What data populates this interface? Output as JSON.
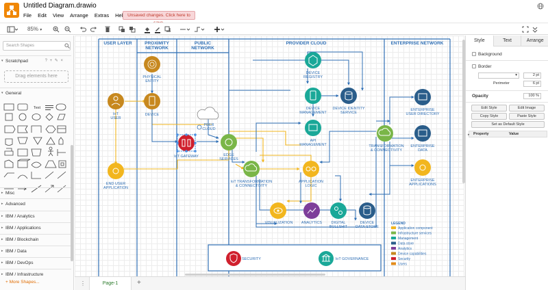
{
  "app": {
    "title": "Untitled Diagram.drawio",
    "menu": [
      "File",
      "Edit",
      "View",
      "Arrange",
      "Extras",
      "Help"
    ],
    "unsaved_notice": "Unsaved changes. Click here to save."
  },
  "toolbar": {
    "zoom": "85%"
  },
  "sidebar": {
    "search_placeholder": "Search Shapes",
    "scratchpad": "Scratchpad",
    "scratchpad_tools": "? + ✎ ×",
    "drop_hint": "Drag elements here",
    "general": "General",
    "text_shape": "Text",
    "sections": [
      "Misc",
      "Advanced",
      "IBM / Analytics",
      "IBM / Applications",
      "IBM / Blockchain",
      "IBM / Data",
      "IBM / DevOps",
      "IBM / Infrastructure"
    ],
    "more_shapes": "+ More Shapes..."
  },
  "pages": {
    "active": "Page-1"
  },
  "format_panel": {
    "tabs": [
      "Style",
      "Text",
      "Arrange"
    ],
    "background_label": "Background",
    "border_label": "Border",
    "border_width": "2 pt",
    "perimeter_label": "Perimeter",
    "perimeter_value": "6 pt",
    "opacity_label": "Opacity",
    "opacity_value": "100 %",
    "buttons": [
      "Edit Style",
      "Edit Image",
      "Copy Style",
      "Paste Style",
      "Set as Default Style"
    ],
    "property_col": "Property",
    "value_col": "Value"
  },
  "diagram": {
    "lanes": [
      "USER LAYER",
      "PROXIMITY NETWORK",
      "PUBLIC NETWORK",
      "PROVIDER CLOUD",
      "ENTERPRISE NETWORK"
    ],
    "nodes": {
      "physical_entity": [
        "PHYSICAL",
        "ENTITY"
      ],
      "user": [
        "IoT",
        "USER"
      ],
      "device": [
        "DEVICE"
      ],
      "peer_cloud": [
        "PEER",
        "CLOUD"
      ],
      "iot_gateway": [
        "IoT GATEWAY"
      ],
      "edge_services": [
        "EDGE",
        "SERVICES"
      ],
      "end_user_app": [
        "END USER",
        "APPLICATION"
      ],
      "device_registry": [
        "DEVICE",
        "REGISTRY"
      ],
      "device_management": [
        "DEVICE",
        "MANAGEMENT"
      ],
      "device_identity": [
        "DEVICE IDENTITY",
        "SERVICE"
      ],
      "api_management": [
        "API",
        "MANAGEMENT"
      ],
      "iot_transformation": [
        "IoT TRANSFORMATION",
        "& CONNECTIVITY"
      ],
      "application_logic": [
        "APPLICATION",
        "LOGIC"
      ],
      "visualization": [
        "VISUALIZATION"
      ],
      "analytics": [
        "ANALYTICS"
      ],
      "digital_twin": [
        "DIGITAL",
        "BULLSHIT"
      ],
      "device_data_store": [
        "DEVICE",
        "DATA STORE"
      ],
      "transformation_conn": [
        "TRANSFORMATION",
        "& CONNECTIVITY"
      ],
      "enterprise_user_dir": [
        "ENTERPRISE",
        "USER DIRECTORY"
      ],
      "enterprise_data": [
        "ENTERPRISE",
        "DATA"
      ],
      "enterprise_apps": [
        "ENTERPRISE",
        "APPLICATIONS"
      ],
      "security": "SECURITY",
      "iot_governance": "IoT GOVERNANCE"
    },
    "legend": {
      "title": "LEGEND",
      "items": [
        {
          "label": "Application component",
          "color": "#f2b61e"
        },
        {
          "label": "Infrastructure services",
          "color": "#7ab648"
        },
        {
          "label": "Management",
          "color": "#1aa898"
        },
        {
          "label": "Data store",
          "color": "#2a5d8a"
        },
        {
          "label": "Analytics",
          "color": "#7e3e9a"
        },
        {
          "label": "Device capabilities",
          "color": "#c7881e"
        },
        {
          "label": "Security",
          "color": "#d0202d"
        },
        {
          "label": "Users",
          "color": "#e38b1a"
        }
      ]
    }
  }
}
